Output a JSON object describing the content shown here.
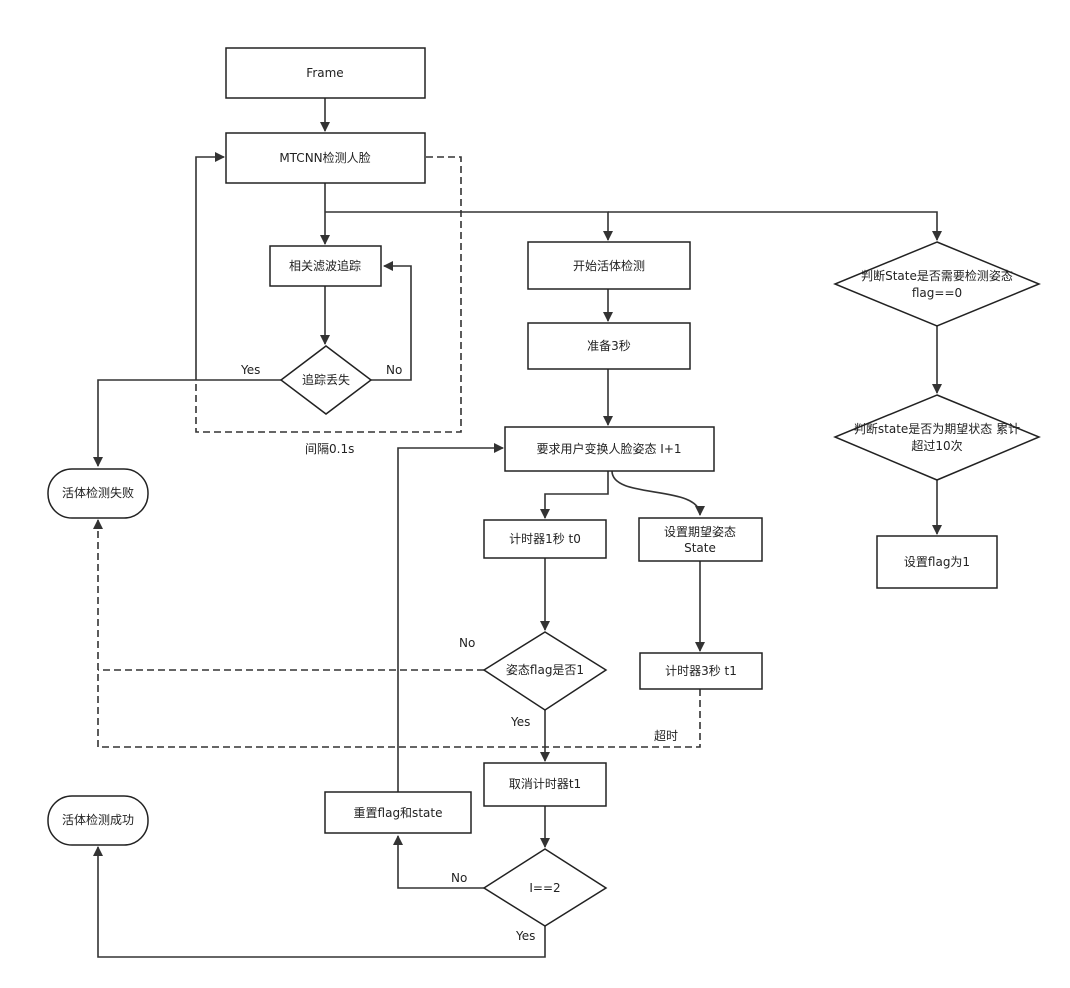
{
  "nodes": {
    "frame": "Frame",
    "mtcnn": "MTCNN检测人脸",
    "filter": "相关滤波追踪",
    "lost": "追踪丢失",
    "fail": "活体检测失败",
    "success": "活体检测成功",
    "start": "开始活体检测",
    "prepare": "准备3秒",
    "request": "要求用户变换人脸姿态 I+1",
    "timer1": "计时器1秒 t0",
    "set_state_1": "设置期望姿态",
    "set_state_2": "State",
    "pose_check": "姿态flag是否1",
    "timer3": "计时器3秒 t1",
    "cancel": "取消计时器t1",
    "reset": "重置flag和state",
    "i_check": "I==2",
    "judge_state_1": "判断State是否需要检测姿态",
    "judge_state_2": "flag==0",
    "judge_expect_1": "判断state是否为期望状态 累计",
    "judge_expect_2": "超过10次",
    "set_flag": "设置flag为1"
  },
  "edge_labels": {
    "lost_yes": "Yes",
    "lost_no": "No",
    "interval": "间隔0.1s",
    "pose_no": "No",
    "pose_yes": "Yes",
    "timeout": "超时",
    "i_no": "No",
    "i_yes": "Yes"
  },
  "colors": {
    "stroke": "#222222",
    "fill": "#ffffff",
    "text": "#222222"
  }
}
